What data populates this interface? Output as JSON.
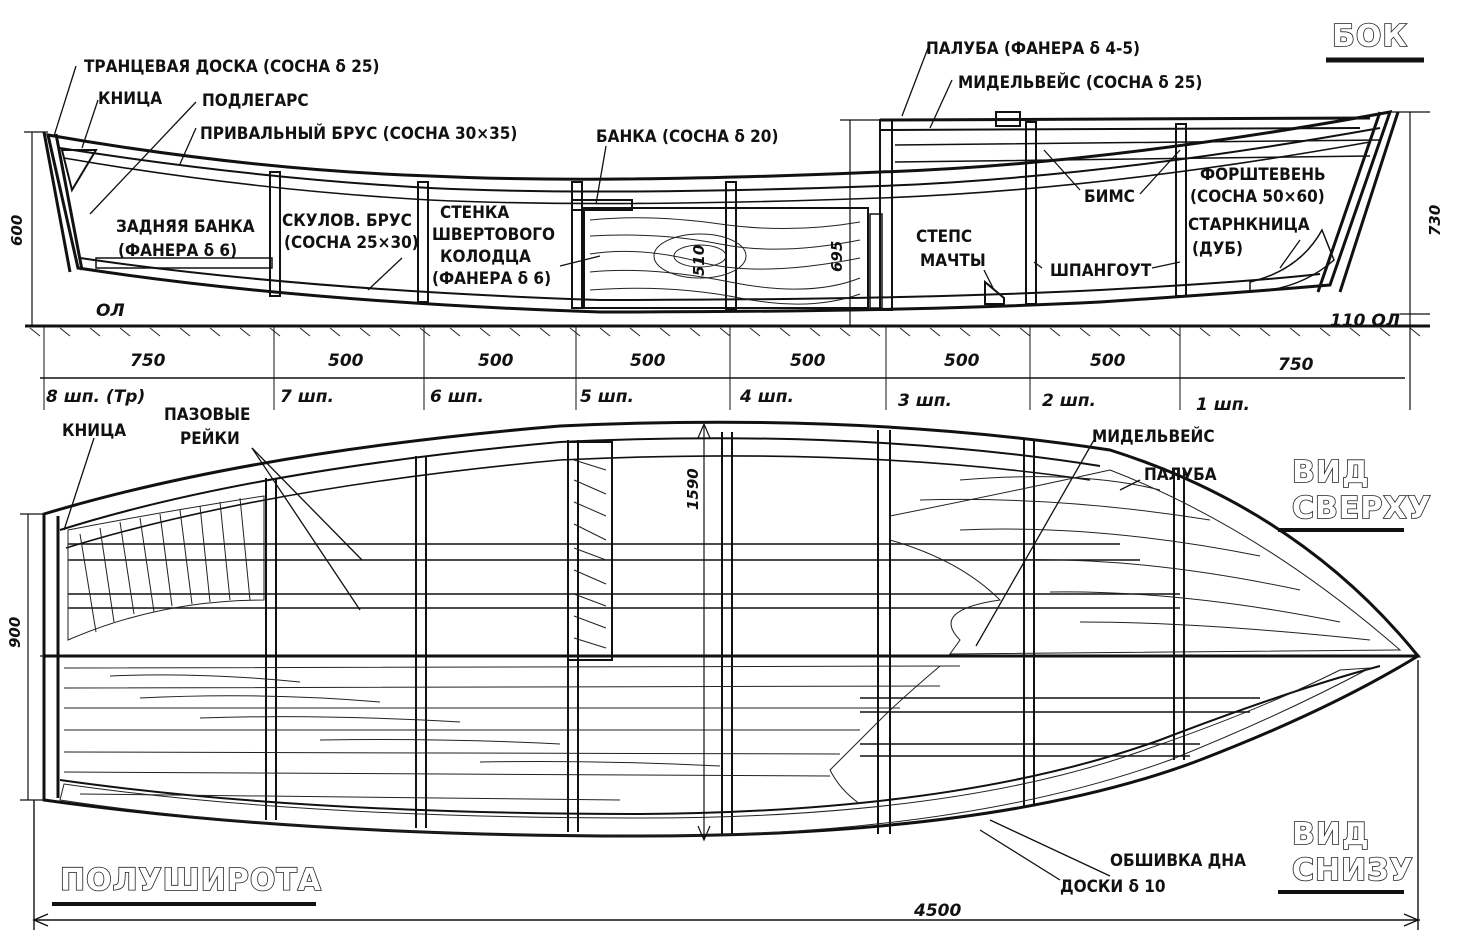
{
  "views": {
    "side": "БОК",
    "top_1": "ВИД",
    "top_2": "СВЕРХУ",
    "bottom_1": "ВИД",
    "bottom_2": "СНИЗУ",
    "half_breadth": "ПОЛУШИРОТА"
  },
  "side_labels": {
    "transom": "ТРАНЦЕВАЯ ДОСКА (СОСНА δ 25)",
    "knee": "КНИЦА",
    "podlegars": "ПОДЛЕГАРС",
    "gunwale": "ПРИВАЛЬНЫЙ БРУС (СОСНА 30×35)",
    "rear_thwart_1": "ЗАДНЯЯ БАНКА",
    "rear_thwart_2": "(ФАНЕРА δ 6)",
    "chine_1": "СКУЛОВ. БРУС",
    "chine_2": "(СОСНА 25×30)",
    "well_1": "СТЕНКА",
    "well_2": "ШВЕРТОВОГО",
    "well_3": "КОЛОДЦА",
    "well_4": "(ФАНЕРА δ 6)",
    "thwart": "БАНКА (СОСНА δ 20)",
    "deck": "ПАЛУБА (ФАНЕРА δ 4-5)",
    "midship_beam": "МИДЕЛЬВЕЙС (СОСНА δ 25)",
    "beams": "БИМС",
    "stem_1": "ФОРШТЕВЕНЬ",
    "stem_2": "(СОСНА 50×60)",
    "stem_knee_1": "СТАРНКНИЦА",
    "stem_knee_2": "(ДУБ)",
    "mast_step_1": "СТЕПС",
    "mast_step_2": "МАЧТЫ",
    "frame": "ШПАНГОУТ",
    "baseline": "ОЛ",
    "bow_base": "110 ОЛ"
  },
  "side_dims": {
    "h_transom": "600",
    "h_well": "510",
    "h_mid": "695",
    "h_bow": "730",
    "spacings": [
      "750",
      "500",
      "500",
      "500",
      "500",
      "500",
      "500",
      "750"
    ]
  },
  "frames": [
    "8 шп. (Тр)",
    "7 шп.",
    "6 шп.",
    "5 шп.",
    "4 шп.",
    "3 шп.",
    "2 шп.",
    "1 шп."
  ],
  "plan_labels": {
    "knee": "КНИЦА",
    "slats_1": "ПАЗОВЫЕ",
    "slats_2": "РЕЙКИ",
    "midship_beam": "МИДЕЛЬВЕЙС",
    "deck": "ПАЛУБА",
    "planking_1": "ОБШИВКА ДНА",
    "planking_2": "ДОСКИ δ 10"
  },
  "plan_dims": {
    "beam": "1590",
    "transom_width": "900",
    "length": "4500"
  }
}
